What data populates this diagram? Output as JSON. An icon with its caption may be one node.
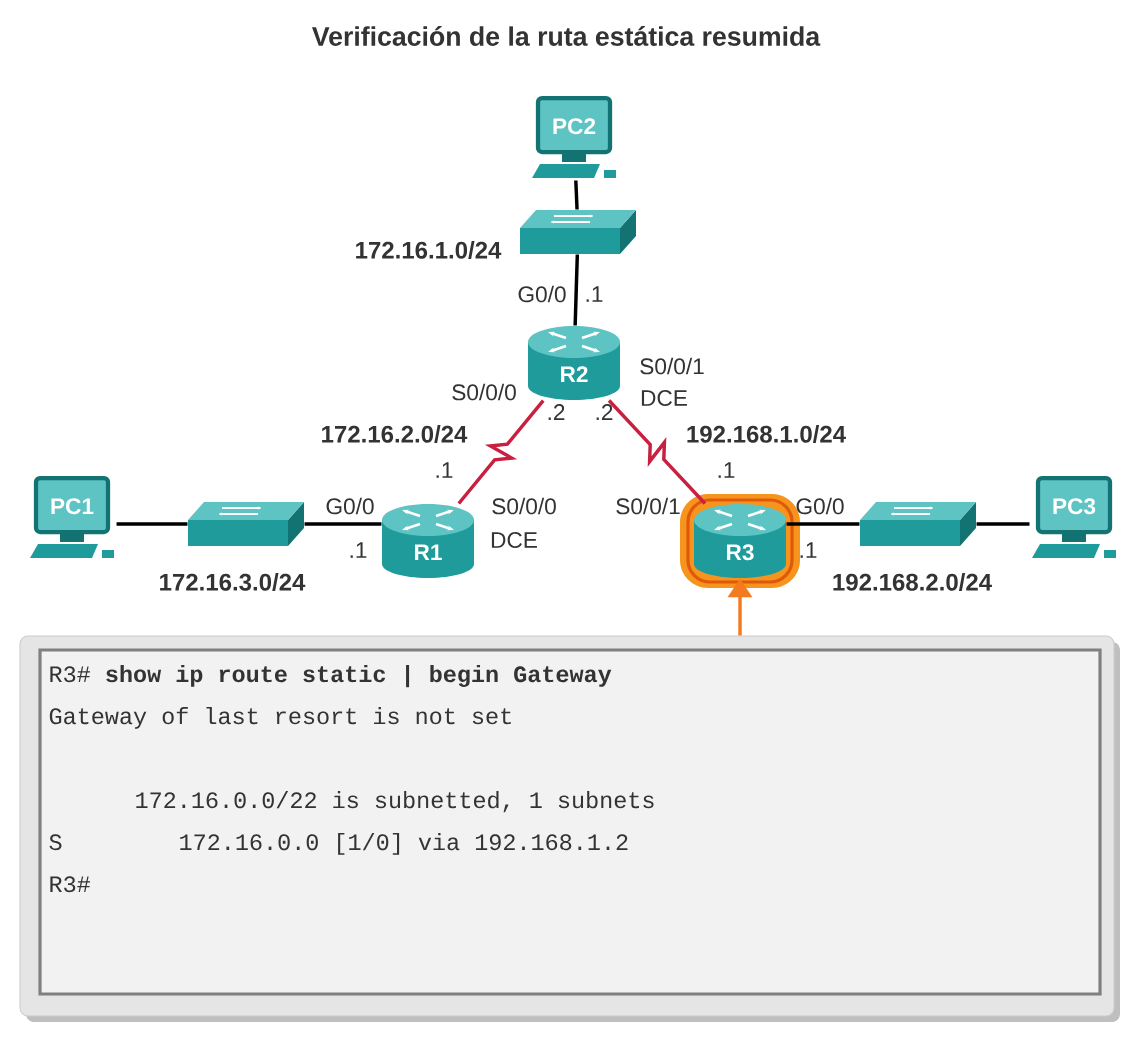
{
  "diagram": {
    "title": "Verificación de la ruta estática resumida",
    "nodes": [
      {
        "text": [
          "PC2"
        ]
      },
      {
        "text": [],
        "shape": "box"
      },
      {
        "text": [
          "R2"
        ]
      },
      {
        "text": [
          "PC1"
        ]
      },
      {
        "text": [],
        "shape": "box"
      },
      {
        "text": [
          "R1"
        ]
      },
      {
        "text": [
          "R3"
        ]
      },
      {
        "text": [],
        "shape": "box"
      },
      {
        "text": [
          "PC3"
        ]
      },
      {
        "text": [
          "R3# **show ip route static | begin Gateway**",
          "Gateway of last resort is not set",
          "172.16.0.0/22 is subnetted, 1 subnets",
          "S",
          "172.16.0.0 [1/0] via 192.168.1.2",
          "R3#"
        ]
      }
    ],
    "edges": [
      {
        "from": 0,
        "to": 1,
        "arrow": "none"
      },
      {
        "from": 1,
        "to": 2,
        "arrow": "none"
      },
      {
        "from": 2,
        "to": 5,
        "arrow": "none",
        "color": "#c8203f"
      },
      {
        "from": 2,
        "to": 6,
        "arrow": "none",
        "color": "#c8203f"
      },
      {
        "from": 3,
        "to": 4,
        "arrow": "none"
      },
      {
        "from": 4,
        "to": 5,
        "arrow": "none"
      },
      {
        "from": 6,
        "to": 7,
        "arrow": "none"
      },
      {
        "from": 7,
        "to": 8,
        "arrow": "none"
      },
      {
        "from": 9,
        "to": 6,
        "arrow": "to",
        "color": "#f47a20"
      }
    ],
    "labels": [
      "172.16.1.0/24",
      "G0/0",
      ".1",
      "S0/0/1",
      "S0/0/0",
      "DCE",
      ".2",
      ".2",
      "172.16.2.0/24",
      "192.168.1.0/24",
      ".1",
      ".1",
      "G0/0",
      "S0/0/0",
      "S0/0/1",
      "G0/0",
      "DCE",
      ".1",
      ".1",
      "172.16.3.0/24",
      "192.168.2.0/24"
    ]
  }
}
